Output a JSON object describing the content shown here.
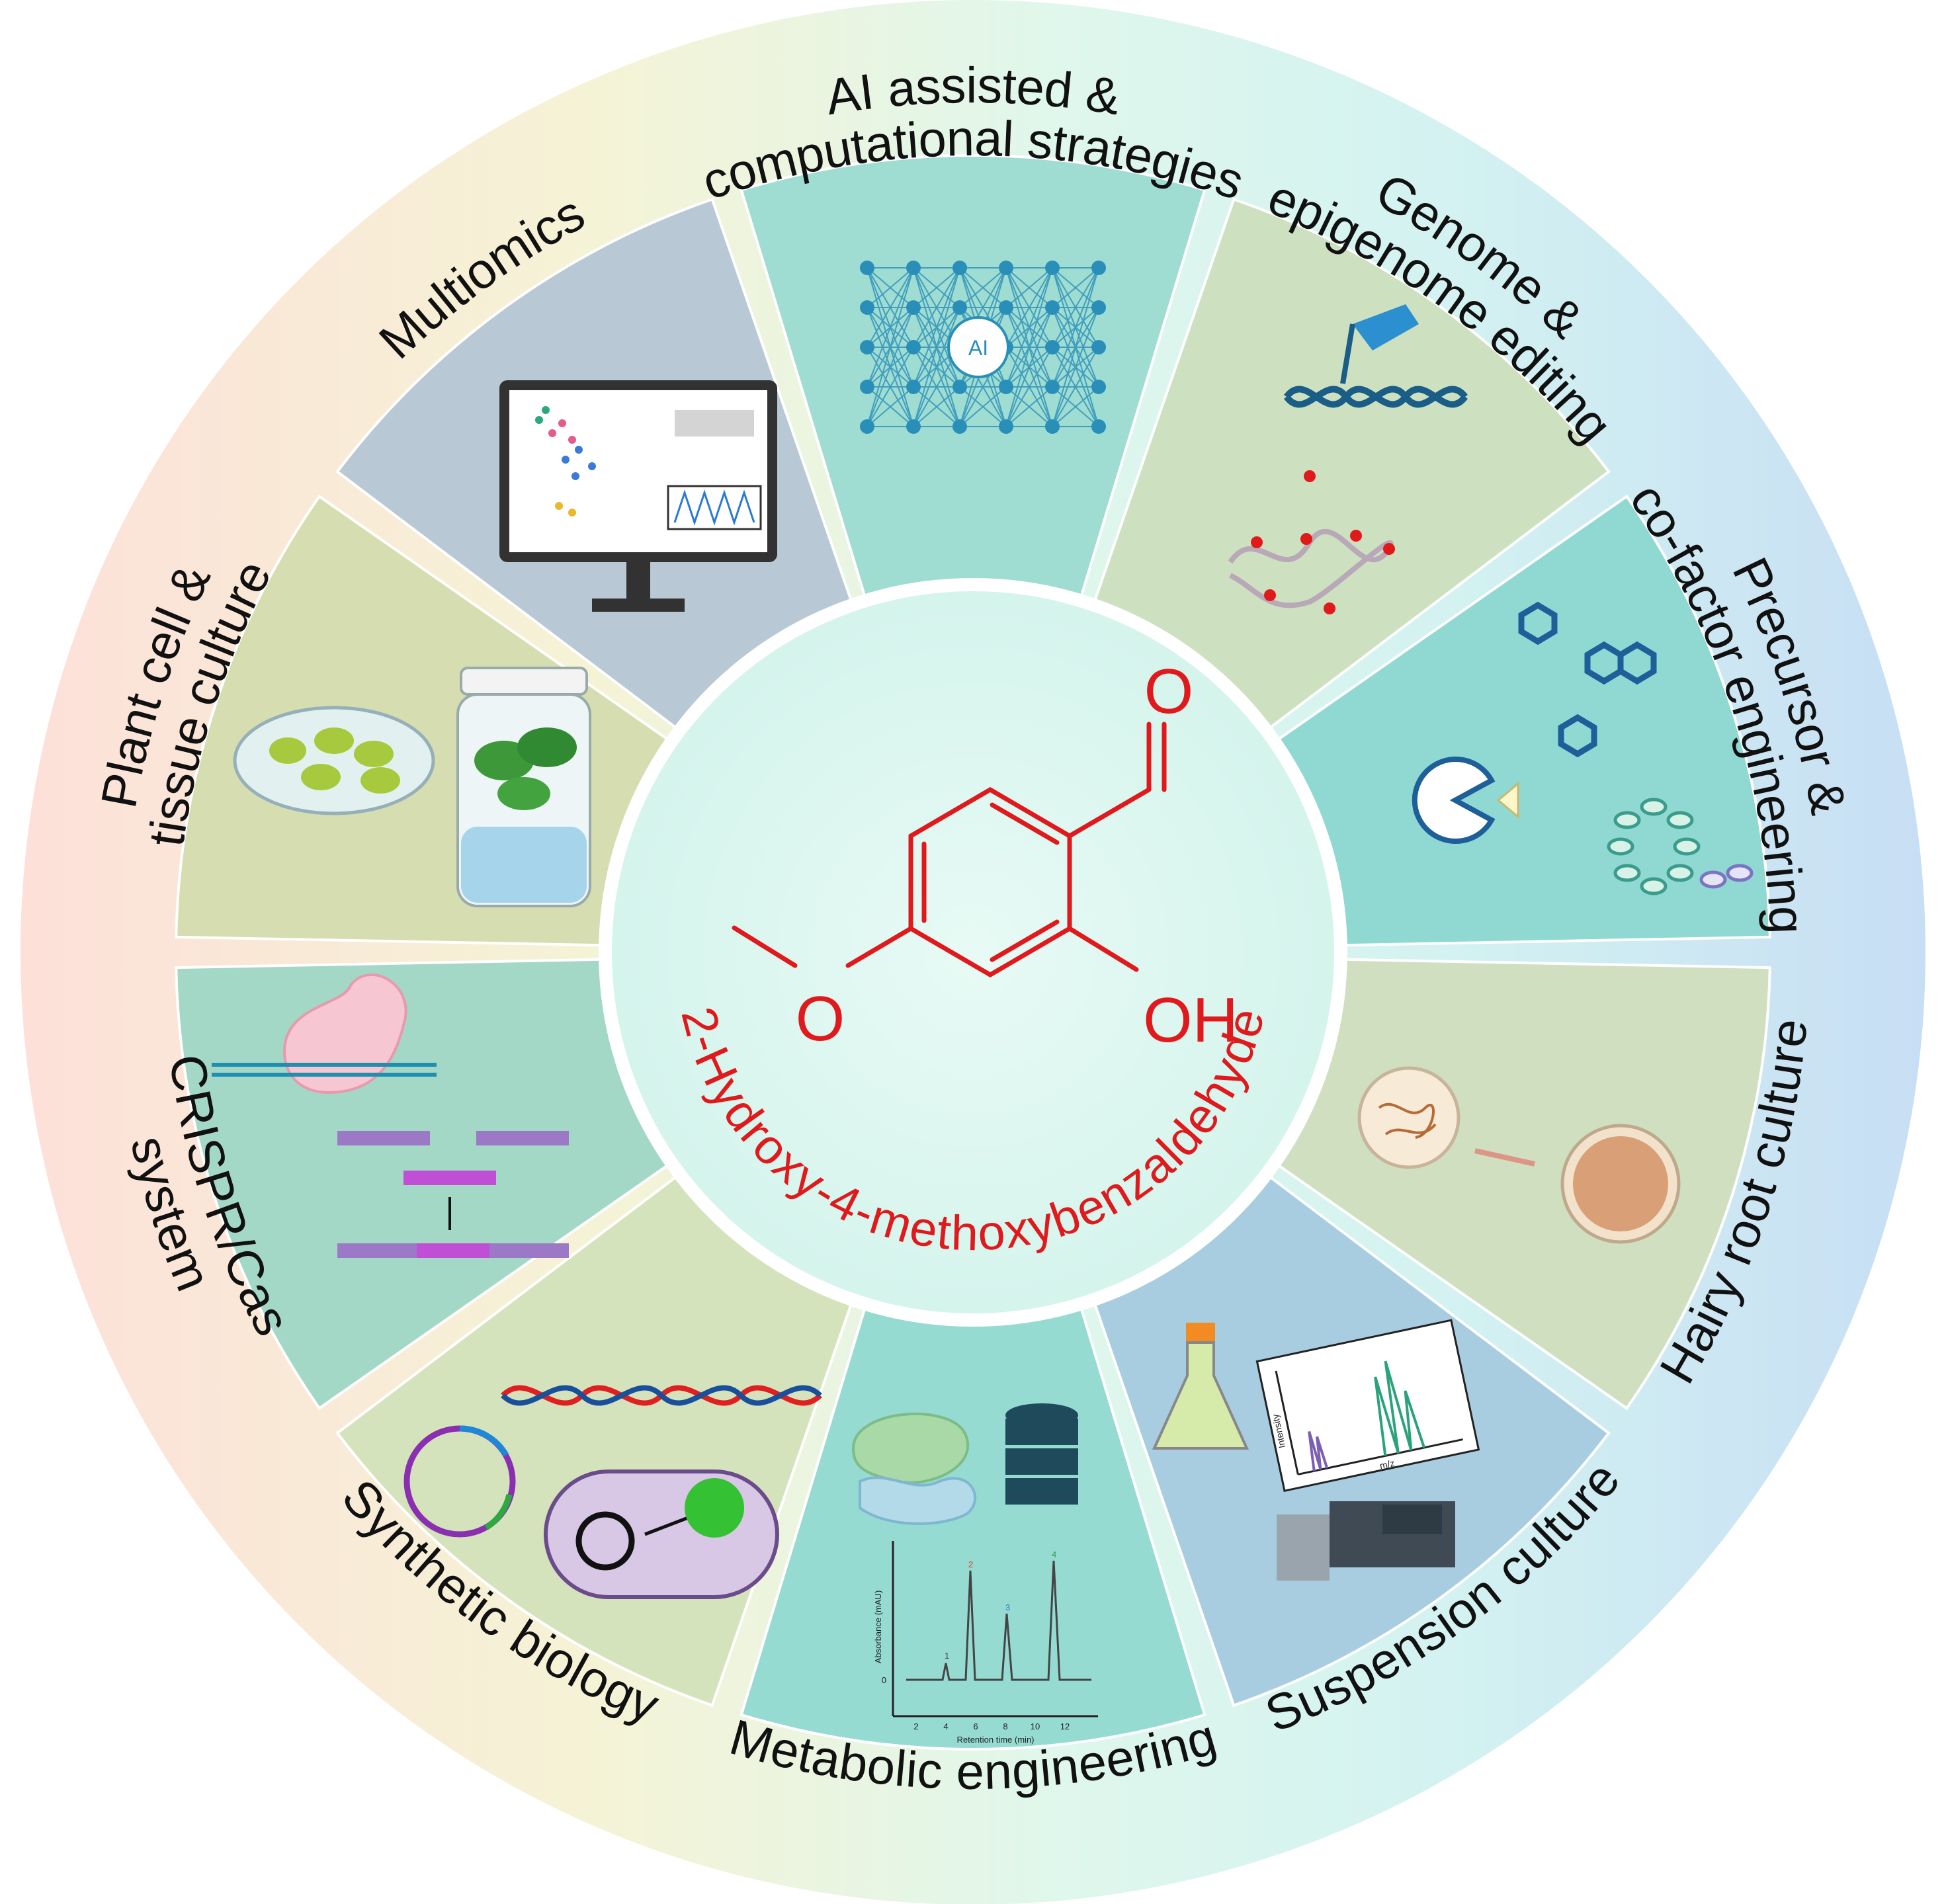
{
  "center": {
    "compound_name": "2-Hydroxy-4-methoxybenzaldehyde",
    "atom_o": "O",
    "atom_oh": "OH",
    "atom_o_methoxy": "O"
  },
  "sectors": [
    {
      "id": "ai",
      "label_lines": [
        "AI assisted &",
        "computational strategies"
      ],
      "color": "#9fdcd2"
    },
    {
      "id": "genome",
      "label_lines": [
        "Genome &",
        "epigenome editing"
      ],
      "color": "#cde0c0"
    },
    {
      "id": "precursor",
      "label_lines": [
        "Precursor &",
        "co-factor engineering"
      ],
      "color": "#90d8d2"
    },
    {
      "id": "hairy",
      "label_lines": [
        "Hairy root culture"
      ],
      "color": "#cfdfbf"
    },
    {
      "id": "suspension",
      "label_lines": [
        "Suspension culture"
      ],
      "color": "#a9cde0"
    },
    {
      "id": "metabolic",
      "label_lines": [
        "Metabolic engineering"
      ],
      "color": "#95dbd2"
    },
    {
      "id": "synthetic",
      "label_lines": [
        "Synthetic biology"
      ],
      "color": "#d5e3bd"
    },
    {
      "id": "crispr",
      "label_lines": [
        "CRISPR/Cas",
        "system"
      ],
      "color": "#a4d8c6"
    },
    {
      "id": "plant",
      "label_lines": [
        "Plant cell &",
        "tissue culture"
      ],
      "color": "#d6ddb0"
    },
    {
      "id": "multiomics",
      "label_lines": [
        "Multiomics"
      ],
      "color": "#b8c9d5"
    }
  ],
  "icons": {
    "ai_badge": "AI",
    "ms_y_axis": "Intensity",
    "ms_x_axis": "m/z",
    "hplc_y_axis": "Absorbance (mAU)",
    "hplc_x_axis": "Retention time (min)",
    "hplc_x_ticks": [
      "2",
      "4",
      "6",
      "8",
      "10",
      "12"
    ],
    "hplc_y_tick": "0",
    "hplc_peaks": [
      "1",
      "2",
      "3",
      "4"
    ]
  },
  "colors": {
    "molecule": "#e0191c",
    "outer_ring_left": "#fce3d8",
    "outer_ring_mid": "#e2f7ee",
    "outer_ring_right": "#c9e3f4",
    "center_disc": "#dcf6ef",
    "label_text": "#111111"
  }
}
